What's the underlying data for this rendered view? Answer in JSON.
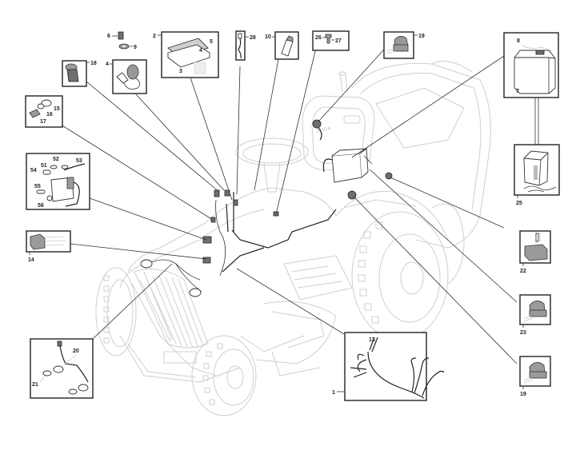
{
  "diagram": {
    "title": "Electrical parts - lawn tractor exploded view",
    "labels": {
      "p1": "1",
      "p2": "2",
      "p3": "3",
      "p4": "4",
      "p5": "5",
      "p6": "6",
      "p7": "7",
      "p8": "8",
      "p9": "9",
      "p10": "10",
      "p13": "13",
      "p14": "14",
      "p15": "15",
      "p16": "16",
      "p17": "17",
      "p18": "18",
      "p19a": "19",
      "p19b": "19",
      "p20": "20",
      "p21": "21",
      "p22": "22",
      "p23": "23",
      "p25": "25",
      "p26": "26",
      "p27": "27",
      "p28": "28",
      "p51": "51",
      "p52": "52",
      "p53": "53",
      "p54": "54",
      "p55": "55",
      "p56": "56"
    },
    "seat_brand": "STIGA"
  }
}
